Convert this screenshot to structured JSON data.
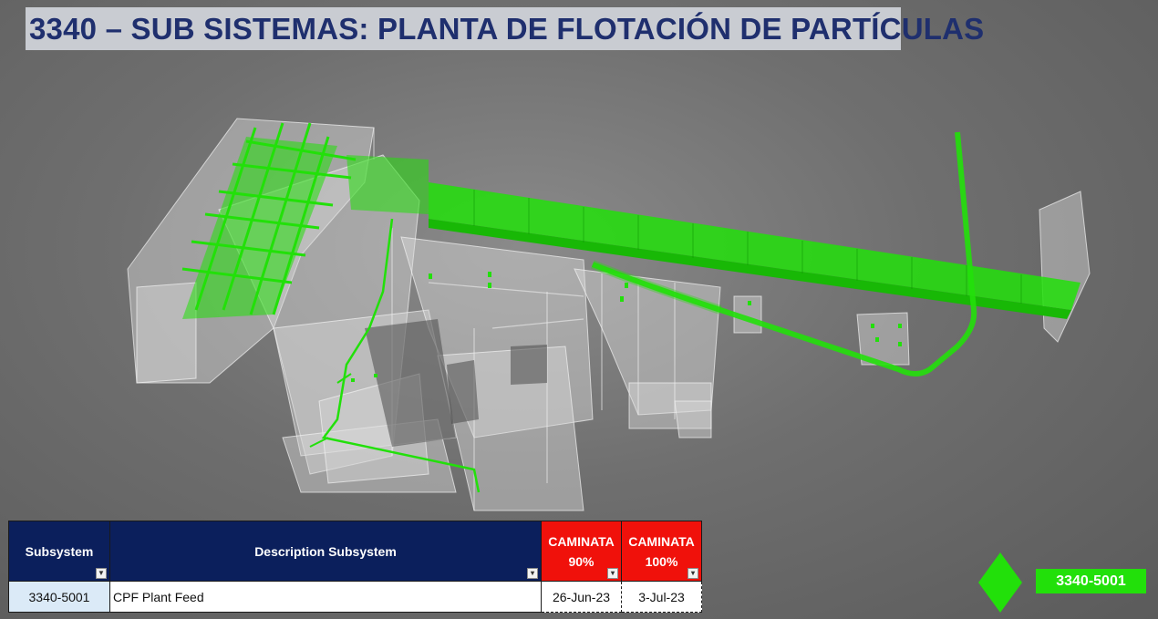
{
  "title": "3340 – SUB SISTEMAS: PLANTA DE FLOTACIÓN DE PARTÍCULAS",
  "colors": {
    "title_text": "#1f2f6e",
    "title_bg": "#c9ccd2",
    "header_blue": "#0b1f5c",
    "header_red": "#f0110b",
    "highlight_green": "#22e00a",
    "subsystem_cell_bg": "#dbeaf7"
  },
  "model_view": {
    "description_icon": "3d-plant-model",
    "highlight_color": "#22e00a"
  },
  "table": {
    "headers": {
      "subsystem": "Subsystem",
      "description": "Description Subsystem",
      "caminata90_line1": "CAMINATA",
      "caminata90_line2": "90%",
      "caminata100_line1": "CAMINATA",
      "caminata100_line2": "100%"
    },
    "filter_icon": "filter-dropdown-icon",
    "rows": [
      {
        "subsystem": "3340-5001",
        "description": "CPF Plant Feed",
        "caminata90": "26-Jun-23",
        "caminata100": "3-Jul-23"
      }
    ]
  },
  "legend": {
    "marker_icon": "green-diamond-icon",
    "badge": "3340-5001"
  }
}
